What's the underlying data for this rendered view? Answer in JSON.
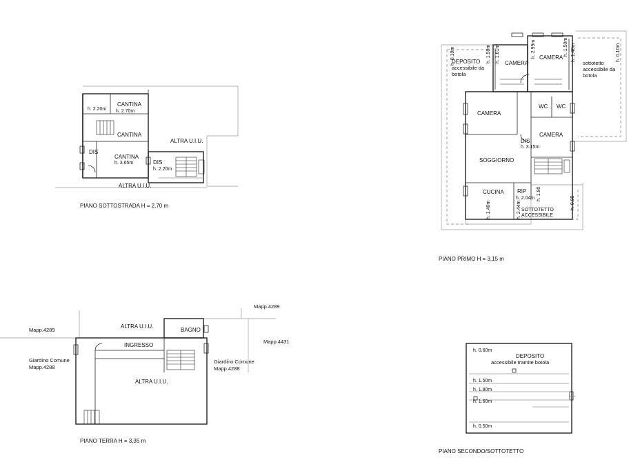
{
  "floors": {
    "sottostrada": {
      "caption": "PIANO SOTTOSTRADA H = 2,70 m",
      "rooms": {
        "cantina_top": "CANTINA",
        "cantina_top_h": "h. 2.70m",
        "h_left": "h. 2.20m",
        "cantina_mid": "CANTINA",
        "dis": "DIS",
        "cantina_low": "CANTINA",
        "cantina_low_h": "h. 3.65m",
        "dis_right": "DIS",
        "dis_right_h": "h. 2.20m",
        "altra_right": "ALTRA U.I.U.",
        "altra_bottom": "ALTRA U.I.U."
      }
    },
    "terra": {
      "caption": "PIANO TERRA H = 3,35 m",
      "rooms": {
        "altra_top": "ALTRA U.I.U.",
        "bagno": "BAGNO",
        "ingresso": "INGRESSO",
        "altra_main": "ALTRA U.I.U."
      },
      "labels": {
        "mapp_4289_left": "Mapp.4289",
        "mapp_4289_right": "Mapp.4289",
        "mapp_4431": "Mapp.4431",
        "giardino_left_1": "Giardino Comune",
        "giardino_left_2": "Mapp.4288",
        "giardino_right_1": "Giardino Comune",
        "giardino_right_2": "Mapp.4288"
      }
    },
    "primo": {
      "caption": "PIANO PRIMO H = 3,15 m",
      "rooms": {
        "deposito_1": "DEPOSITO",
        "deposito_2": "accessibile da",
        "deposito_3": "botola",
        "camera_top1": "CAMERA",
        "camera_top2": "CAMERA",
        "sottotetto_1": "sottotetto",
        "sottotetto_2": "accessibile da",
        "sottotetto_3": "botola",
        "camera_left": "CAMERA",
        "wc1": "WC",
        "wc2": "WC",
        "camera_right": "CAMERA",
        "dis": "DIS",
        "dis_h": "h. 3.15m",
        "soggiorno": "SOGGIORNO",
        "cucina": "CUCINA",
        "rip": "RIP",
        "rip_h": "h. 2.04m",
        "sottotetto_acc_1": "SOTTOTETTO",
        "sottotetto_acc_2": "ACCESSIBILE"
      },
      "heights": {
        "h1": "h. 0.10m",
        "h2": "h. 1.50m",
        "h3": "h. 1.61m",
        "h4": "h. 2.99m",
        "h5": "h. 1.50m",
        "h6": "h. 1.40m",
        "h7": "h. 0.10m",
        "h8": "h. 1.80",
        "h9": "h. 0.80",
        "h10": "h. 1.40m",
        "h11": "h. 2.44m"
      }
    },
    "secondo": {
      "caption": "PIANO SECONDO/SOTTOTETTO",
      "rooms": {
        "deposito": "DEPOSITO",
        "deposito_sub": "accessibile tramite botola"
      },
      "heights": {
        "h1": "h. 0.60m",
        "h2": "h. 1.50m",
        "h3": "h. 1.80m",
        "h4": "h. 1.60m",
        "h5": "h. 0.50m"
      }
    }
  }
}
